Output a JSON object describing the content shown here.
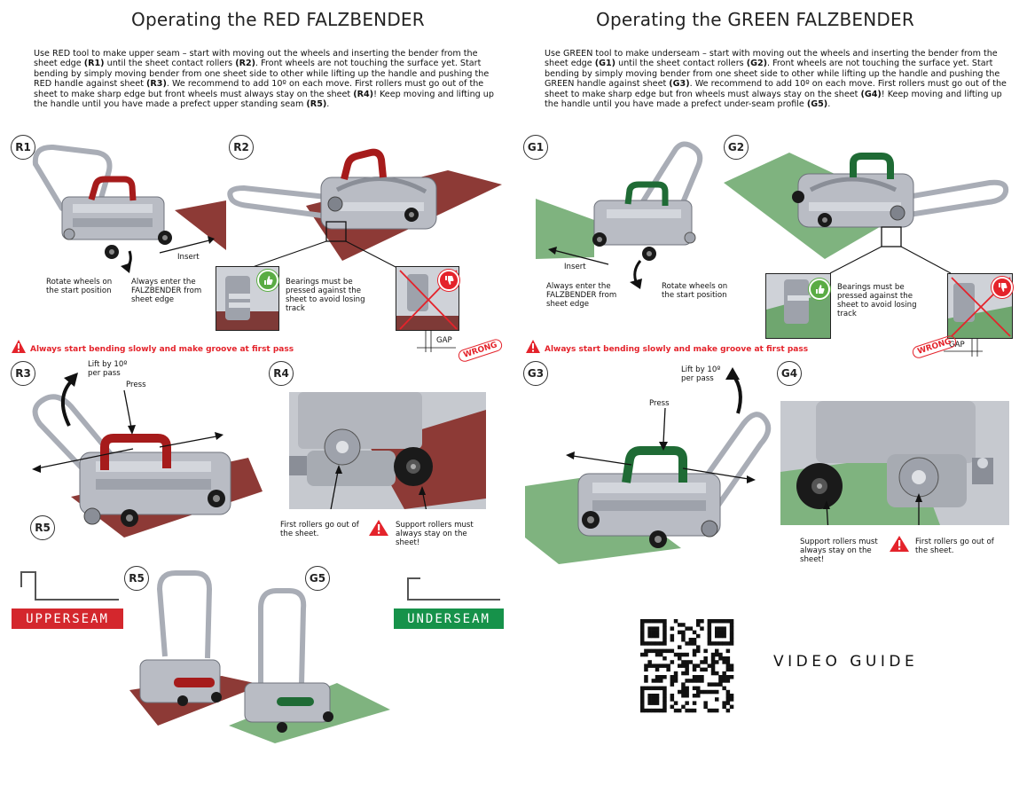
{
  "red": {
    "title": "Operating the RED FALZBENDER",
    "intro": [
      {
        "t": "Use RED tool to make upper seam – start with moving out the wheels and inserting the bender from the sheet edge "
      },
      {
        "t": "(R1)",
        "b": true
      },
      {
        "t": " until the sheet contact rollers "
      },
      {
        "t": "(R2)",
        "b": true
      },
      {
        "t": ". Front wheels are not touching the  surface yet. Start bending by simply moving bender from one sheet side to other while lifting up the handle and pushing the RED handle against sheet "
      },
      {
        "t": "(R3)",
        "b": true
      },
      {
        "t": ". We recommend to add 10º on each move. First rollers must go out of the sheet to make sharp edge but front wheels must always stay on the sheet "
      },
      {
        "t": "(R4)",
        "b": true
      },
      {
        "t": "! Keep moving and lifting up the handle until you have made a prefect upper standing seam "
      },
      {
        "t": "(R5)",
        "b": true
      },
      {
        "t": "."
      }
    ],
    "badges": {
      "r1": "R1",
      "r2": "R2",
      "r3": "R3",
      "r4": "R4",
      "r5a": "R5",
      "r5b": "R5"
    },
    "captions": {
      "rotate": "Rotate wheels on the start position",
      "enter": "Always enter the FALZBENDER from sheet edge",
      "insert": "Insert",
      "bearings": "Bearings must be pressed against the sheet to avoid losing track",
      "gap": "GAP",
      "wrong": "WRONG",
      "warning": "Always start bending slowly and make groove at first pass",
      "lift": "Lift by 10º per pass",
      "press": "Press",
      "first_rollers": "First rollers go out of the sheet.",
      "support": "Support rollers must always stay on the sheet!"
    },
    "seam_label": "UPPERSEAM"
  },
  "green": {
    "title": "Operating the GREEN FALZBENDER",
    "intro": [
      {
        "t": "Use GREEN tool to make underseam – start with moving out the wheels and inserting the bender from the sheet edge "
      },
      {
        "t": "(G1)",
        "b": true
      },
      {
        "t": " until the sheet contact rollers "
      },
      {
        "t": "(G2)",
        "b": true
      },
      {
        "t": ". Front wheels are not touching the surface yet. Start bending by simply moving bender from one sheet side to other while lifting up the handle and pushing the GREEN handle against sheet "
      },
      {
        "t": "(G3)",
        "b": true
      },
      {
        "t": ".  We recommend to add 10º on each move. First rollers must go out of the sheet to make sharp edge but fron wheels must always stay on the sheet "
      },
      {
        "t": "(G4)",
        "b": true
      },
      {
        "t": "! Keep moving and lifting up the handle until you have made a prefect under-seam profile "
      },
      {
        "t": "(G5)",
        "b": true
      },
      {
        "t": "."
      }
    ],
    "badges": {
      "g1": "G1",
      "g2": "G2",
      "g3": "G3",
      "g4": "G4",
      "g5": "G5"
    },
    "captions": {
      "enter": "Always enter the FALZBENDER from sheet edge",
      "rotate": "Rotate wheels on the start position",
      "insert": "Insert",
      "bearings": "Bearings must be pressed against the sheet to avoid losing track",
      "gap": "GAP",
      "wrong": "WRONG",
      "warning": "Always start bending slowly and make groove at first pass",
      "lift": "Lift by 10º per pass",
      "press": "Press",
      "support": "Support rollers must always stay on the sheet!",
      "first_rollers": "First rollers go out of the sheet."
    },
    "seam_label": "UNDERSEAM"
  },
  "video_label": "VIDEO GUIDE",
  "colors": {
    "red_tool": "#a61b1b",
    "green_tool": "#1f6b35",
    "red_sheet": "#8d3a36",
    "green_sheet": "#7fb37f",
    "upperseam_bg": "#d4272d",
    "underseam_bg": "#16924a",
    "warning": "#e4232b",
    "metal": "#b9bcc4"
  }
}
